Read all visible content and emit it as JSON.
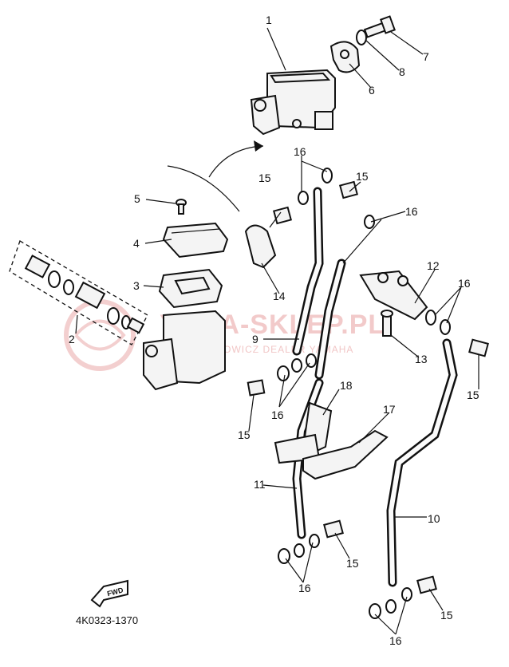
{
  "diagram_code": "4K0323-1370",
  "fwd_label": "FWD",
  "watermark": {
    "main": "YAMA-SKLEP.PL",
    "sub": "MOTOCYKLOWICZ DEALER YAMAHA"
  },
  "callouts": {
    "c1": "1",
    "c2": "2",
    "c3": "3",
    "c4": "4",
    "c5": "5",
    "c6": "6",
    "c7": "7",
    "c8": "8",
    "c9": "9",
    "c10": "10",
    "c11": "11",
    "c12": "12",
    "c13": "13",
    "c14": "14",
    "c15": "15",
    "c16": "16",
    "c17": "17",
    "c18": "18"
  }
}
